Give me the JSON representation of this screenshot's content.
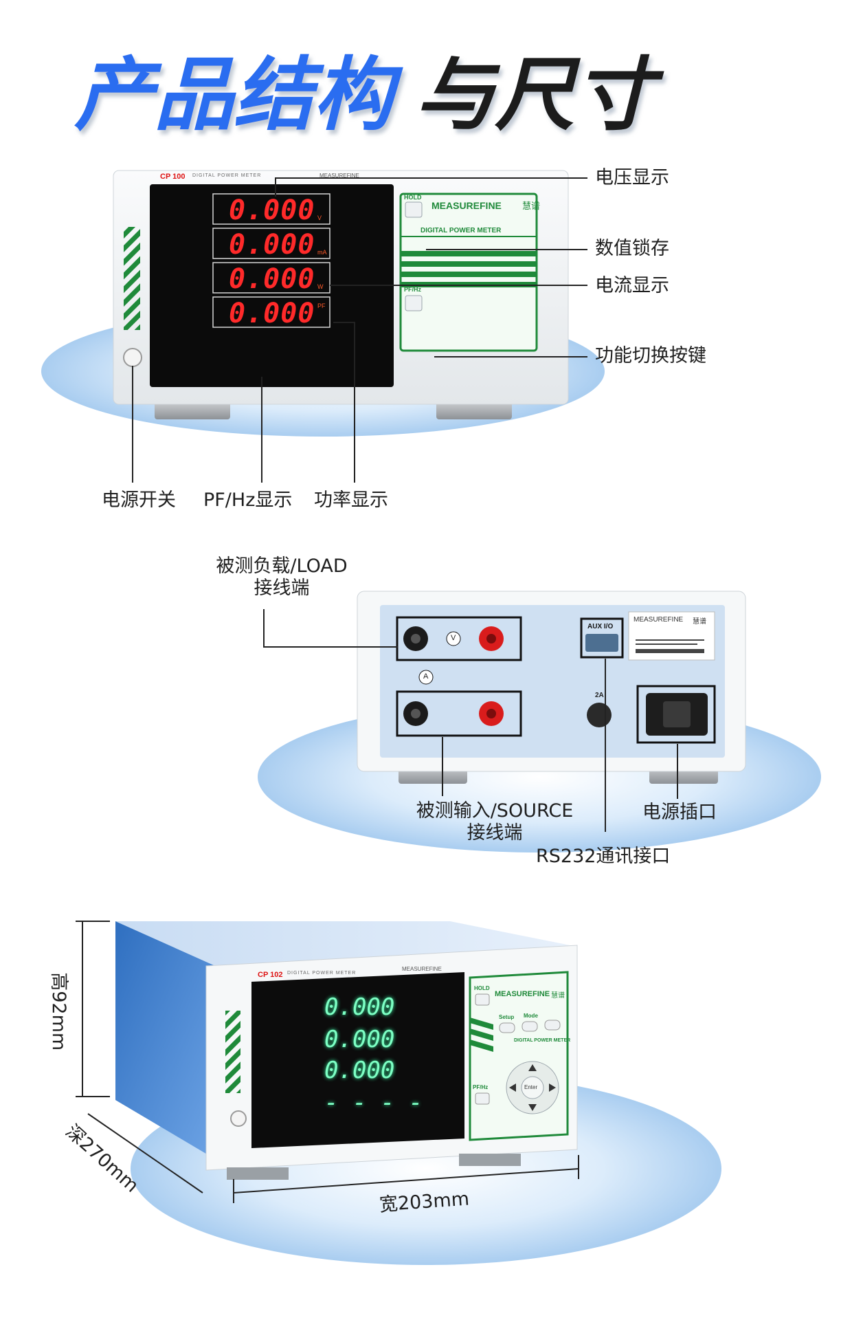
{
  "title": {
    "part1": "产品结构",
    "part2": "与尺寸"
  },
  "front": {
    "model": "CP 100",
    "strip_text": "DIGITAL POWER METER",
    "brand": "MEASUREFINE",
    "brand_cn": "慧谱",
    "hold_label": "HOLD",
    "pfhz_label": "PF/Hz",
    "panel_caption": "DIGITAL POWER METER",
    "readings": [
      {
        "value": "0.000",
        "unit": "V"
      },
      {
        "value": "0.000",
        "unit": "mA"
      },
      {
        "value": "0.000",
        "unit": "W"
      },
      {
        "value": "0.000",
        "unit": "PF"
      }
    ],
    "callouts": {
      "voltage": "电压显示",
      "hold": "数值锁存",
      "current": "电流显示",
      "func": "功能切换按键",
      "power_switch": "电源开关",
      "pfhz": "PF/Hz显示",
      "power_disp": "功率显示"
    }
  },
  "rear": {
    "aux_label": "AUX I/O",
    "fuse_label": "2A",
    "brand": "MEASUREFINE",
    "brand_cn": "慧谱",
    "v_symbol": "V",
    "a_symbol": "A",
    "callouts": {
      "load_line1": "被测负载/LOAD",
      "load_line2": "接线端",
      "source_line1": "被测输入/SOURCE",
      "source_line2": "接线端",
      "power_socket": "电源插口",
      "rs232": "RS232通讯接口"
    }
  },
  "dims": {
    "model": "CP 102",
    "strip_text": "DIGITAL POWER METER",
    "brand": "MEASUREFINE",
    "brand_cn": "慧谱",
    "hold_label": "HOLD",
    "setup_label": "Setup",
    "mode_label": "Mode",
    "pfhz_label": "PF/Hz",
    "enter_label": "Enter",
    "panel_caption": "DIGITAL POWER METER",
    "readings": [
      "0.000",
      "0.000",
      "0.000",
      "- - - -"
    ],
    "height": "高92mm",
    "depth": "深270mm",
    "width": "宽203mm"
  },
  "colors": {
    "title_blue": "#2a6df0",
    "title_dark": "#1a1a1a",
    "panel_green": "#1f8a3a",
    "display_red": "#ff2a2a",
    "vfd_green": "#7dffc4"
  }
}
